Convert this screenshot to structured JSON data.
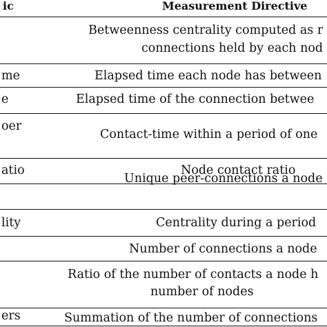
{
  "table": {
    "headers": {
      "metric": "ic",
      "directive": "Measurement Directive"
    },
    "rows": [
      {
        "metric": "",
        "directive": [
          "Betweenness centrality computed as r",
          "connections held by each nod"
        ]
      },
      {
        "metric": "me",
        "directive": [
          "Elapsed time each node has between"
        ]
      },
      {
        "metric": "e",
        "directive": [
          "Elapsed time of the connection betwee"
        ]
      },
      {
        "metric": "oer",
        "directive": [
          "Contact-time within a period of one"
        ]
      },
      {
        "metric": "atio",
        "directive": [
          "Node contact ratio"
        ]
      },
      {
        "metric": "",
        "directive": [
          "Unique peer-connections a node"
        ]
      },
      {
        "metric": "lity",
        "directive": [
          "Centrality during a period"
        ]
      },
      {
        "metric": "",
        "directive": [
          "Number of connections a node"
        ]
      },
      {
        "metric": "",
        "directive": [
          "Ratio of the number of contacts a node h",
          "number of nodes"
        ]
      },
      {
        "metric": "ers",
        "directive": [
          "Summation of the number of connections"
        ]
      }
    ]
  }
}
